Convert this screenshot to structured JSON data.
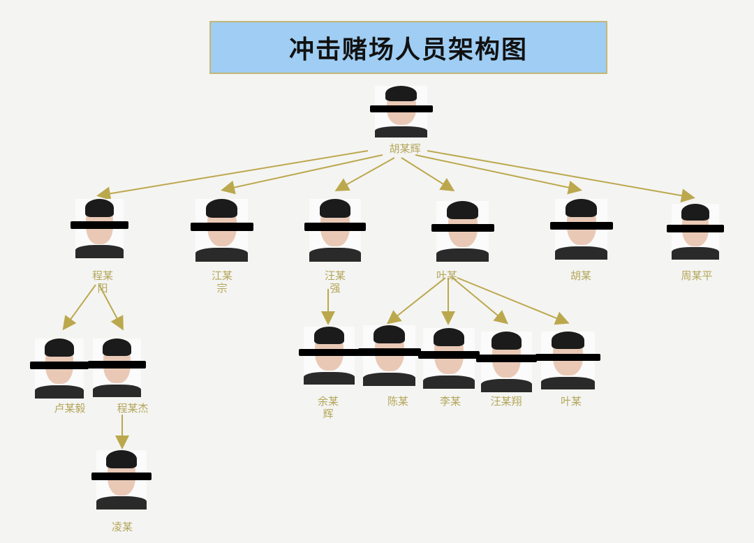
{
  "title": "冲击赌场人员架构图",
  "colors": {
    "arrow": "#bba84d",
    "label": "#b3a65a",
    "title_bg": "#9fcdf3"
  },
  "nodes": {
    "root": {
      "name": "胡某辉"
    },
    "cheng_yang": {
      "name": "程某阳"
    },
    "jiang_zong": {
      "name": "江某宗"
    },
    "wang_qiang": {
      "name": "汪某强"
    },
    "ye": {
      "name": "叶某"
    },
    "hu": {
      "name": "胡某"
    },
    "zhou_ping": {
      "name": "周某平"
    },
    "lu_yi": {
      "name": "卢某毅"
    },
    "cheng_jie": {
      "name": "程某杰"
    },
    "ling": {
      "name": "凌某"
    },
    "yu_hui": {
      "name": "余某辉"
    },
    "chen": {
      "name": "陈某"
    },
    "li": {
      "name": "李某"
    },
    "wang_xiang": {
      "name": "汪某翔"
    },
    "ye2": {
      "name": "叶某"
    }
  },
  "edges": [
    [
      "root",
      "cheng_yang"
    ],
    [
      "root",
      "jiang_zong"
    ],
    [
      "root",
      "wang_qiang"
    ],
    [
      "root",
      "ye"
    ],
    [
      "root",
      "hu"
    ],
    [
      "root",
      "zhou_ping"
    ],
    [
      "cheng_yang",
      "lu_yi"
    ],
    [
      "cheng_yang",
      "cheng_jie"
    ],
    [
      "cheng_jie",
      "ling"
    ],
    [
      "wang_qiang",
      "yu_hui"
    ],
    [
      "ye",
      "chen"
    ],
    [
      "ye",
      "li"
    ],
    [
      "ye",
      "wang_xiang"
    ],
    [
      "ye",
      "ye2"
    ]
  ]
}
